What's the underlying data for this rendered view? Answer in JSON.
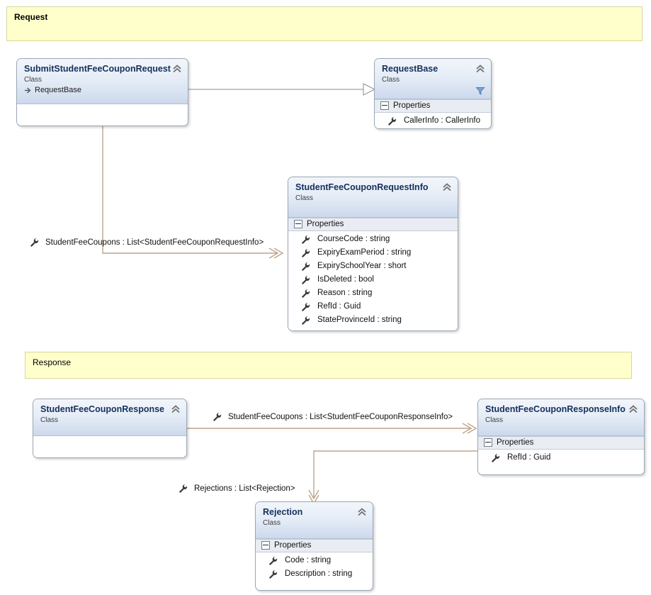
{
  "diagram": {
    "type": "uml-class-diagram",
    "comments": [
      {
        "id": "request-comment",
        "text": "Request",
        "bold": true
      },
      {
        "id": "response-comment",
        "text": "Response",
        "bold": false
      }
    ],
    "classes": [
      {
        "id": "submit-student-fee-coupon-request",
        "name": "SubmitStudentFeeCouponRequest",
        "stereotype": "Class",
        "base": "RequestBase",
        "compartments": []
      },
      {
        "id": "request-base",
        "name": "RequestBase",
        "stereotype": "Class",
        "compartments": [
          {
            "title": "Properties",
            "members": [
              {
                "name": "CallerInfo : CallerInfo",
                "icon": "wrench-icon"
              }
            ]
          }
        ]
      },
      {
        "id": "student-fee-coupon-request-info",
        "name": "StudentFeeCouponRequestInfo",
        "stereotype": "Class",
        "compartments": [
          {
            "title": "Properties",
            "members": [
              {
                "name": "CourseCode : string",
                "icon": "wrench-icon"
              },
              {
                "name": "ExpiryExamPeriod : string",
                "icon": "wrench-icon"
              },
              {
                "name": "ExpirySchoolYear : short",
                "icon": "wrench-icon"
              },
              {
                "name": "IsDeleted : bool",
                "icon": "wrench-icon"
              },
              {
                "name": "Reason : string",
                "icon": "wrench-icon"
              },
              {
                "name": "RefId : Guid",
                "icon": "wrench-icon"
              },
              {
                "name": "StateProvinceId : string",
                "icon": "wrench-icon"
              }
            ]
          }
        ]
      },
      {
        "id": "student-fee-coupon-response",
        "name": "StudentFeeCouponResponse",
        "stereotype": "Class",
        "compartments": []
      },
      {
        "id": "student-fee-coupon-response-info",
        "name": "StudentFeeCouponResponseInfo",
        "stereotype": "Class",
        "compartments": [
          {
            "title": "Properties",
            "members": [
              {
                "name": "RefId : Guid",
                "icon": "wrench-icon"
              }
            ]
          }
        ]
      },
      {
        "id": "rejection",
        "name": "Rejection",
        "stereotype": "Class",
        "compartments": [
          {
            "title": "Properties",
            "members": [
              {
                "name": "Code : string",
                "icon": "wrench-icon"
              },
              {
                "name": "Description : string",
                "icon": "wrench-icon"
              }
            ]
          }
        ]
      }
    ],
    "connectors": [
      {
        "id": "inheritance-request-base",
        "kind": "generalization",
        "from": "SubmitStudentFeeCouponRequest",
        "to": "RequestBase",
        "label": ""
      },
      {
        "id": "assoc-request-coupons",
        "kind": "association",
        "from": "SubmitStudentFeeCouponRequest",
        "to": "StudentFeeCouponRequestInfo",
        "label": "StudentFeeCoupons : List<StudentFeeCouponRequestInfo>"
      },
      {
        "id": "assoc-response-coupons",
        "kind": "association",
        "from": "StudentFeeCouponResponse",
        "to": "StudentFeeCouponResponseInfo",
        "label": "StudentFeeCoupons : List<StudentFeeCouponResponseInfo>"
      },
      {
        "id": "assoc-rejections",
        "kind": "association",
        "from": "StudentFeeCouponResponseInfo",
        "to": "Rejection",
        "label": "Rejections : List<Rejection>"
      }
    ],
    "colors": {
      "comment_fill": "#ffffcc",
      "comment_border": "#d8d89a",
      "class_border": "#9aa6b5",
      "header_gradient_top": "#f2f6fb",
      "header_gradient_bottom": "#ccd9ec",
      "compartment_fill": "#e9edf3",
      "connector": "#bda48c",
      "generalization": "#808080",
      "title_text": "#14305c"
    }
  }
}
